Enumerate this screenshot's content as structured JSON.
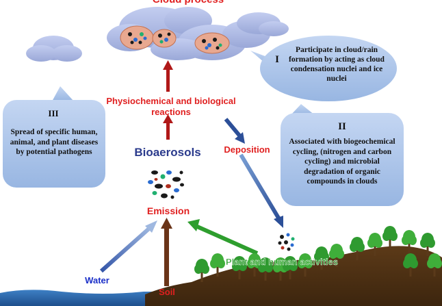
{
  "title": "Cloud process",
  "labels": {
    "reactions": "Physiochemical and biological reactions",
    "bioaerosols": "Bioaerosols",
    "emission": "Emission",
    "deposition": "Deposition",
    "water": "Water",
    "soil": "Soil",
    "activities": "Plant and human activities"
  },
  "boxes": {
    "I": {
      "numeral": "I",
      "text": "Participate in cloud/rain formation by acting as cloud condensation nuclei and ice nuclei"
    },
    "II": {
      "numeral": "II",
      "text": "Associated with biogeochemical cycling, (nitrogen and carbon cycling) and microbial degradation of organic compounds in clouds"
    },
    "III": {
      "numeral": "III",
      "text": "Spread of specific human, animal, and plant diseases by potential pathogens"
    }
  },
  "colors": {
    "cloud": "#a7b5e0",
    "callout": "#a9c4ea",
    "red_label": "#e02020",
    "blue_label": "#1a2fc8",
    "green_label": "#2e9e2e",
    "ground": "#4a2f14",
    "water": "#2f6db0"
  }
}
